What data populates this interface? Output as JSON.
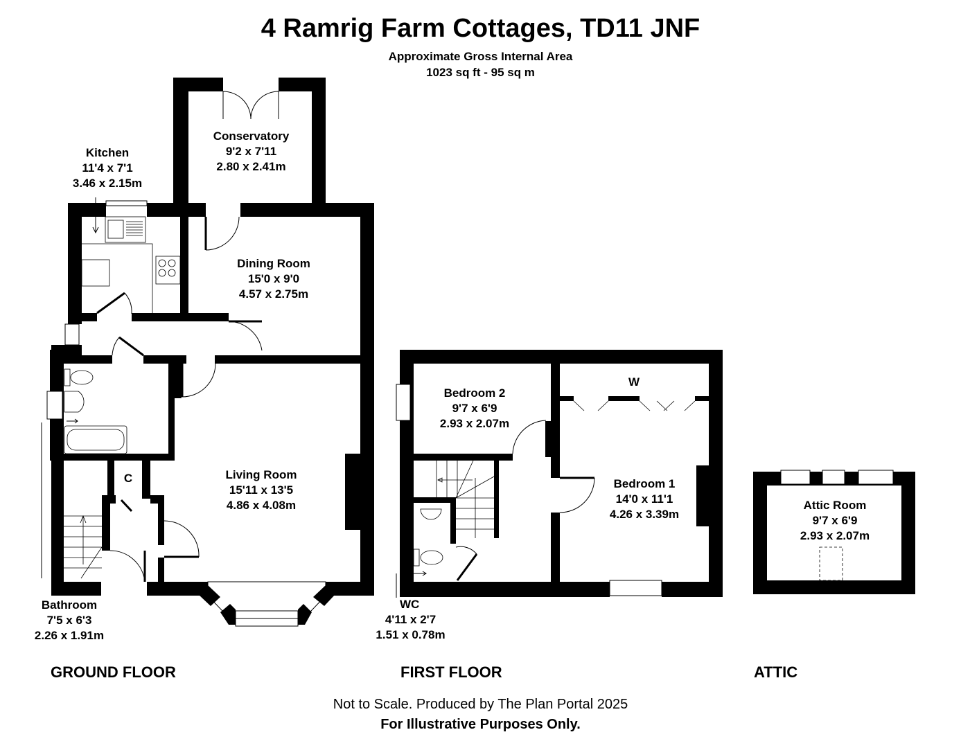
{
  "header": {
    "title": "4 Ramrig Farm Cottages, TD11 JNF",
    "subtitle": "Approximate Gross Internal Area",
    "area": "1023 sq ft - 95 sq m"
  },
  "rooms": {
    "conservatory": {
      "name": "Conservatory",
      "imperial": "9'2 x 7'11",
      "metric": "2.80 x 2.41m"
    },
    "kitchen": {
      "name": "Kitchen",
      "imperial": "11'4 x 7'1",
      "metric": "3.46 x 2.15m"
    },
    "dining": {
      "name": "Dining Room",
      "imperial": "15'0 x 9'0",
      "metric": "4.57 x 2.75m"
    },
    "living": {
      "name": "Living Room",
      "imperial": "15'11 x 13'5",
      "metric": "4.86 x 4.08m"
    },
    "bathroom": {
      "name": "Bathroom",
      "imperial": "7'5 x 6'3",
      "metric": "2.26 x 1.91m"
    },
    "cupboard": {
      "name": "C"
    },
    "bedroom2": {
      "name": "Bedroom 2",
      "imperial": "9'7 x 6'9",
      "metric": "2.93 x 2.07m"
    },
    "bedroom1": {
      "name": "Bedroom 1",
      "imperial": "14'0 x 11'1",
      "metric": "4.26 x 3.39m"
    },
    "wardrobe": {
      "name": "W"
    },
    "wc": {
      "name": "WC",
      "imperial": "4'11 x 2'7",
      "metric": "1.51 x 0.78m"
    },
    "attic": {
      "name": "Attic Room",
      "imperial": "9'7 x 6'9",
      "metric": "2.93 x 2.07m"
    }
  },
  "floors": {
    "ground": "GROUND FLOOR",
    "first": "FIRST FLOOR",
    "attic": "ATTIC"
  },
  "footer": {
    "line1": "Not to Scale. Produced by The Plan Portal 2025",
    "line2": "For Illustrative Purposes Only."
  }
}
